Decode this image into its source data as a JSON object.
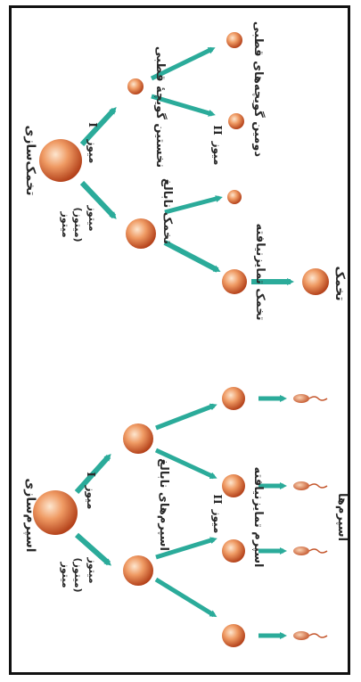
{
  "colors": {
    "arrow": "#2bab9a",
    "cell_light": "#fbd7b4",
    "cell_mid": "#ec8f55",
    "cell_dark": "#b7441c",
    "text": "#2a2a2a"
  },
  "oogenesis": {
    "title": "تخمک‌سازی",
    "mitosis_label": "میتوز",
    "mitosis_sub": "(میتوز)",
    "meiosis1_label": "میوز",
    "meiosis1_numeral": "I",
    "meiosis2_label": "میوز",
    "meiosis2_numeral": "II",
    "first_polar_body": "نخستین گویچهٔ قطبی",
    "second_polar_bodies": "دومین گویچه‌های قطبی",
    "immature_egg": "تخمک نابالغ",
    "developing_egg": "تخمک تمایزنیافته",
    "egg": "تخمک"
  },
  "spermatogenesis": {
    "title": "اسپرم‌سازی",
    "mitosis_label": "میتوز",
    "mitosis_sub": "(میتوز)",
    "meiosis1_label": "میوز",
    "meiosis1_numeral": "I",
    "meiosis2_label": "میوز",
    "meiosis2_numeral": "II",
    "immature_sperm": "اسپرم‌های نابالغ",
    "undifferentiated_sperm": "اسپرم تمایزنیافته",
    "sperms": "اسپرم‌ها"
  }
}
